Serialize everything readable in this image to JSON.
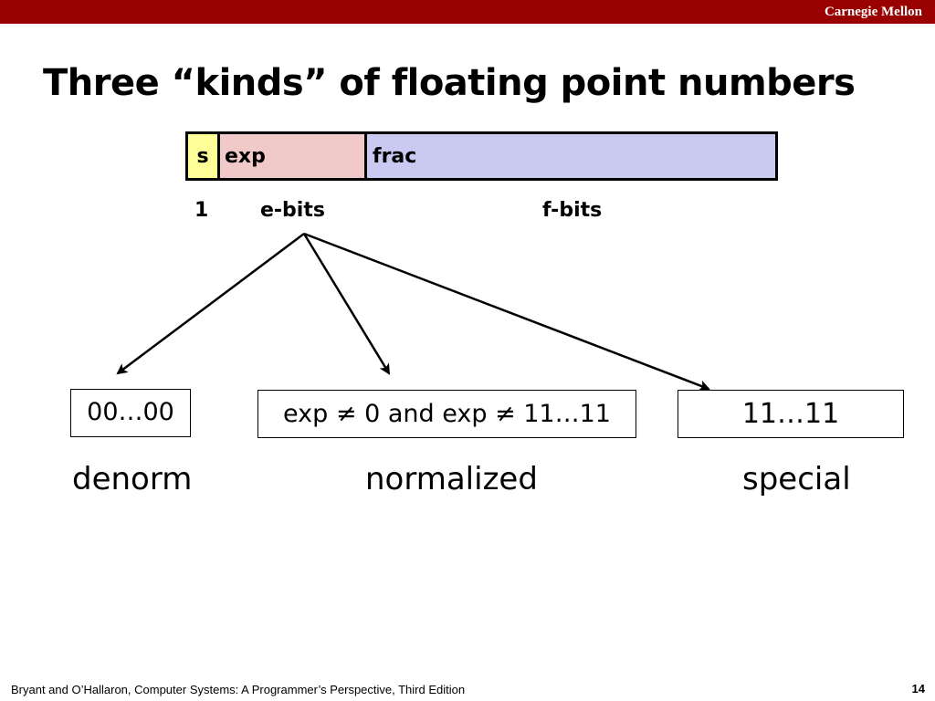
{
  "header": {
    "brand": "Carnegie Mellon",
    "bar_color": "#990000"
  },
  "title": "Three “kinds” of floating point numbers",
  "format": {
    "fields": [
      {
        "label": "s",
        "color": "#ffff99"
      },
      {
        "label": "exp",
        "color": "#f2c9c9"
      },
      {
        "label": "frac",
        "color": "#c9c9f2"
      }
    ],
    "bit_labels": [
      "1",
      "e-bits",
      "f-bits"
    ]
  },
  "kinds": [
    {
      "pattern": "00…00",
      "name": "denorm"
    },
    {
      "pattern": "exp ≠ 0 and exp ≠ 11…11",
      "name": "normalized"
    },
    {
      "pattern": "11…11",
      "name": "special"
    }
  ],
  "footer": {
    "citation": "Bryant and O’Hallaron, Computer Systems: A Programmer’s Perspective, Third Edition",
    "page_number": "14"
  }
}
